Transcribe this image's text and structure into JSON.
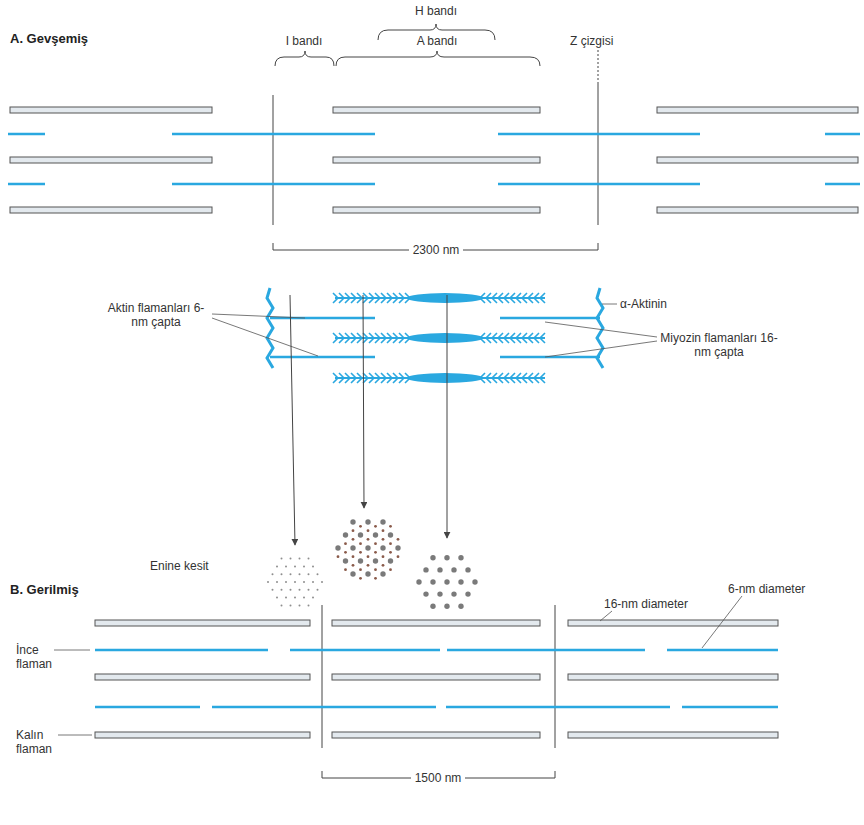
{
  "diagram": {
    "labels": [
      "A. Gevşemiş",
      "H bandı",
      "I bandı",
      "A bandı",
      "Z çizgisi",
      "2300 nm",
      "Aktin flamanları 6-nm çapta",
      "α-Aktinin",
      "Miyozin flamanları 16-nm çapta",
      "Enine kesit",
      "B. Gerilmiş",
      "16-nm diameter",
      "6-nm diameter",
      "İnce flaman",
      "Kalın flaman",
      "1500 nm"
    ]
  }
}
